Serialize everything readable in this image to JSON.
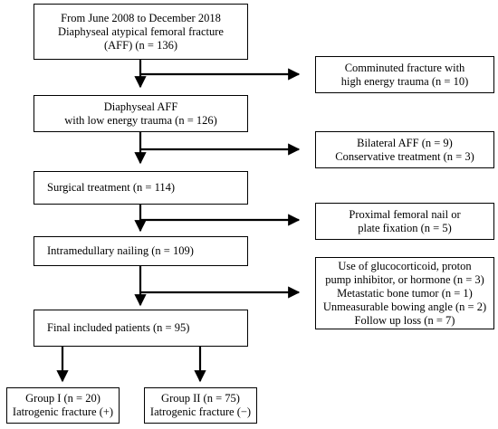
{
  "boxes": {
    "start": {
      "lines": [
        "From June 2008 to December 2018",
        "Diaphyseal atypical femoral fracture",
        "(AFF) (n = 136)"
      ]
    },
    "low_energy": {
      "lines": [
        "Diaphyseal AFF",
        "with low energy trauma (n = 126)"
      ]
    },
    "surgical": {
      "lines": [
        "Surgical treatment (n = 114)"
      ]
    },
    "nailing": {
      "lines": [
        "Intramedullary nailing (n = 109)"
      ]
    },
    "final": {
      "lines": [
        "Final included patients (n = 95)"
      ]
    },
    "excl_comminuted": {
      "lines": [
        "Comminuted fracture with",
        "high energy trauma (n = 10)"
      ]
    },
    "excl_bilateral": {
      "lines": [
        "Bilateral AFF (n = 9)",
        "Conservative treatment (n = 3)"
      ]
    },
    "excl_proximal": {
      "lines": [
        "Proximal femoral nail  or",
        "plate fixation (n = 5)"
      ]
    },
    "excl_other": {
      "lines": [
        "Use of glucocorticoid, proton",
        "pump inhibitor, or hormone (n = 3)",
        "Metastatic bone tumor (n = 1)",
        "Unmeasurable bowing angle (n = 2)",
        "Follow up loss (n = 7)"
      ]
    },
    "group1": {
      "lines": [
        "Group I (n = 20)",
        "Iatrogenic fracture (+)"
      ]
    },
    "group2": {
      "lines": [
        "Group II (n = 75)",
        "Iatrogenic fracture (−)"
      ]
    }
  }
}
